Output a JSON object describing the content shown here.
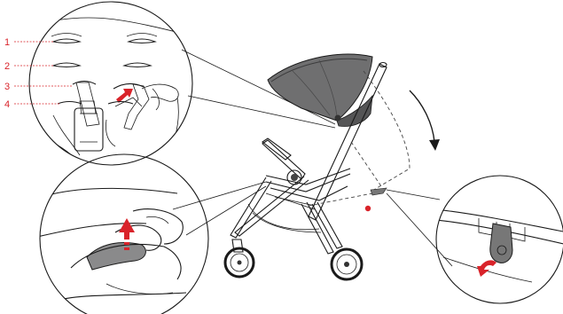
{
  "callouts": {
    "labels": [
      "1",
      "2",
      "3",
      "4"
    ]
  },
  "colors": {
    "accent_red": "#d9232a",
    "canopy_gray": "#6f6f70",
    "canopy_dark": "#555556",
    "strap_gray": "#8a8a8b",
    "outline": "#1a1a1a"
  },
  "icons": {
    "arrow": "red-curved-arrow",
    "rotate": "rotation-arc-arrow"
  }
}
